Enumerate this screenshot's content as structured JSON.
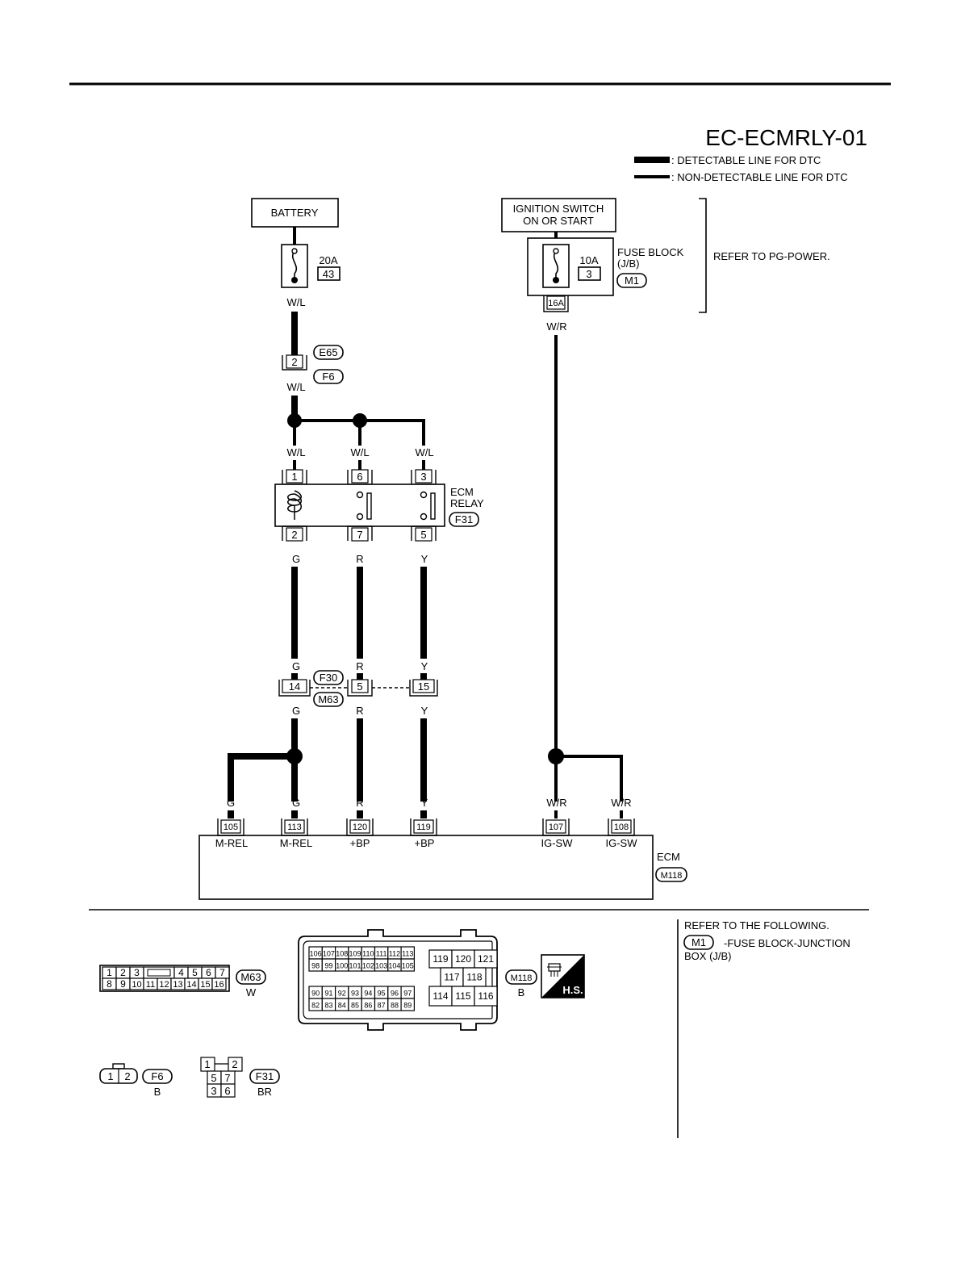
{
  "diagram_id": "EC-ECMRLY-01",
  "legend": {
    "detectable": ": DETECTABLE LINE FOR DTC",
    "non_detectable": ": NON-DETECTABLE LINE FOR DTC"
  },
  "battery": {
    "label": "BATTERY",
    "fuse_amp": "20A",
    "fuse_no": "43",
    "wire": "W/L"
  },
  "ignition": {
    "line1": "IGNITION SWITCH",
    "line2": "ON OR START",
    "fuse_amp": "10A",
    "fuse_no": "3",
    "terminal": "16A",
    "wire": "W/R"
  },
  "fuse_block": {
    "line1": "FUSE BLOCK",
    "line2": "(J/B)",
    "connector": "M1"
  },
  "refer_power": "REFER TO PG-POWER.",
  "joint_connector": {
    "pin": "2",
    "conn_a": "E65",
    "conn_b": "F6",
    "wire_out": "W/L"
  },
  "relay": {
    "line1": "ECM",
    "line2": "RELAY",
    "connector": "F31",
    "top_pins": [
      "1",
      "6",
      "3"
    ],
    "top_wires": [
      "W/L",
      "W/L",
      "W/L"
    ],
    "bottom_pins": [
      "2",
      "7",
      "5"
    ],
    "bottom_wires": [
      "G",
      "R",
      "Y"
    ]
  },
  "mid_connector": {
    "pins": [
      "14",
      "5",
      "15"
    ],
    "wires_in": [
      "G",
      "R",
      "Y"
    ],
    "wires_out": [
      "G",
      "R",
      "Y"
    ],
    "conn_a": "F30",
    "conn_b": "M63"
  },
  "ecm": {
    "label": "ECM",
    "connector": "M118",
    "terminals": [
      {
        "pin": "105",
        "wire": "G",
        "name": "M-REL"
      },
      {
        "pin": "113",
        "wire": "G",
        "name": "M-REL"
      },
      {
        "pin": "120",
        "wire": "R",
        "name": "+BP"
      },
      {
        "pin": "119",
        "wire": "Y",
        "name": "+BP"
      },
      {
        "pin": "107",
        "wire": "W/R",
        "name": "IG-SW"
      },
      {
        "pin": "108",
        "wire": "W/R",
        "name": "IG-SW"
      }
    ]
  },
  "m63": {
    "id": "M63",
    "color": "W",
    "row1": [
      "1",
      "2",
      "3",
      "",
      "4",
      "5",
      "6",
      "7"
    ],
    "row2": [
      "8",
      "9",
      "10",
      "11",
      "12",
      "13",
      "14",
      "15",
      "16"
    ]
  },
  "m118": {
    "id": "M118",
    "color": "B",
    "a1": [
      "106",
      "107",
      "108",
      "109",
      "110",
      "111",
      "112",
      "113"
    ],
    "a2": [
      "98",
      "99",
      "100",
      "101",
      "102",
      "103",
      "104",
      "105"
    ],
    "b1": [
      "90",
      "91",
      "92",
      "93",
      "94",
      "95",
      "96",
      "97"
    ],
    "b2": [
      "82",
      "83",
      "84",
      "85",
      "86",
      "87",
      "88",
      "89"
    ],
    "c1": [
      "119",
      "120",
      "121"
    ],
    "c2": [
      "117",
      "118"
    ],
    "c3": [
      "114",
      "115",
      "116"
    ]
  },
  "hs": "H.S.",
  "f6": {
    "id": "F6",
    "color": "B",
    "pins": [
      "1",
      "2"
    ]
  },
  "f31": {
    "id": "F31",
    "color": "BR",
    "pins": [
      "1",
      "2",
      "5",
      "7",
      "3",
      "6"
    ]
  },
  "refer_following": {
    "title": "REFER TO THE FOLLOWING.",
    "conn": "M1",
    "desc1": "-FUSE BLOCK-JUNCTION",
    "desc2": "BOX (J/B)"
  }
}
